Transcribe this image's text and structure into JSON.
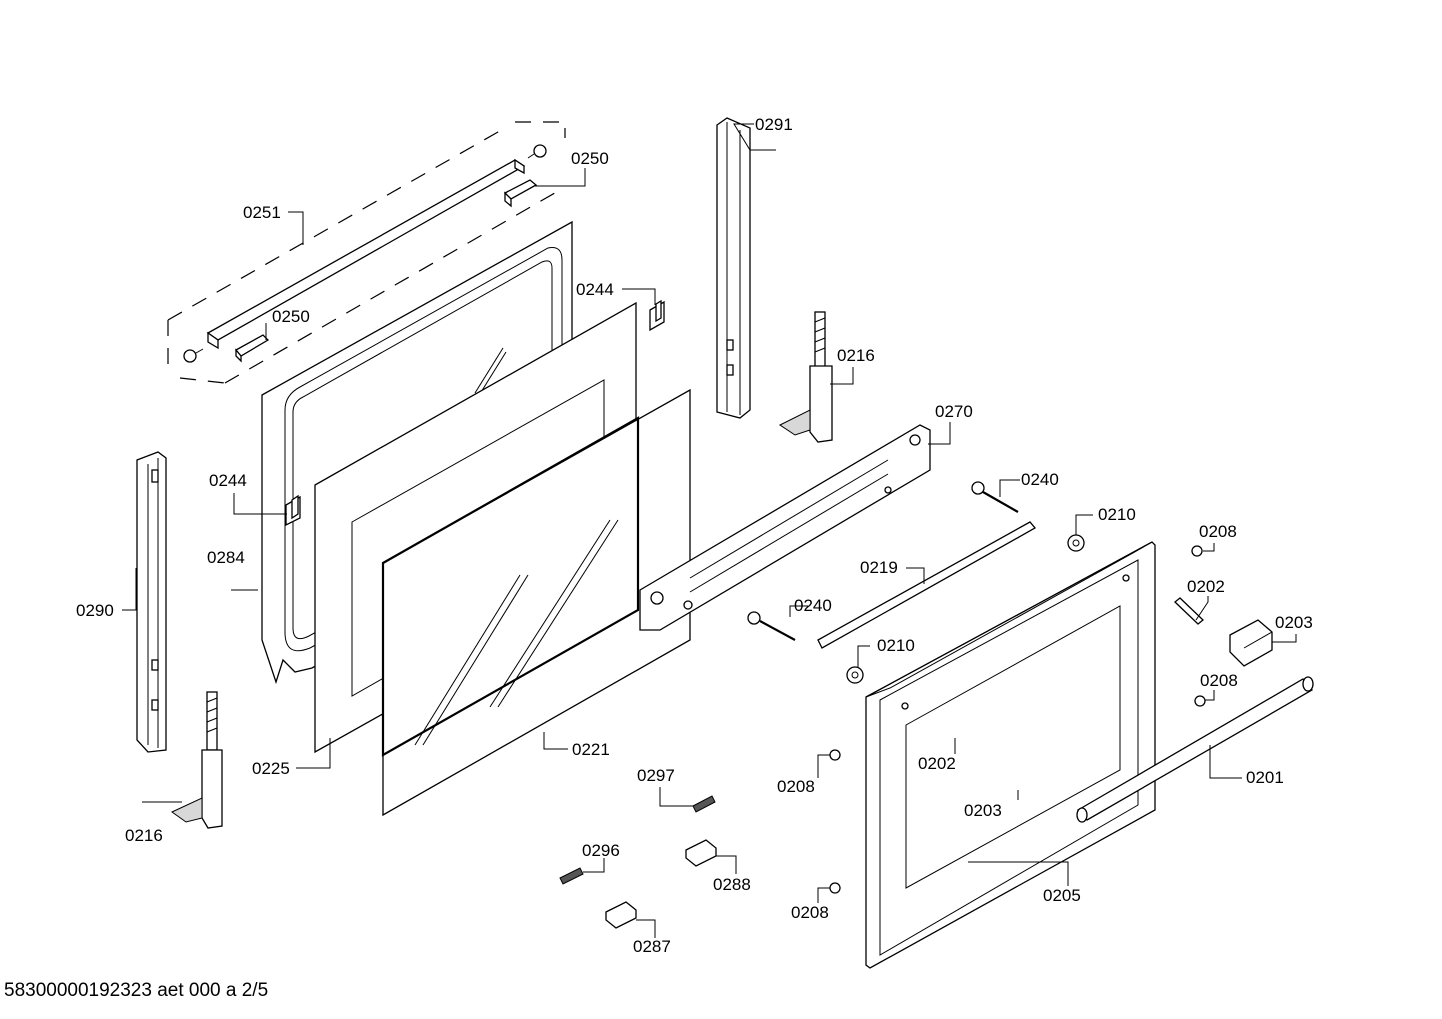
{
  "labels": {
    "p0251": "0251",
    "p0250_top": "0250",
    "p0250_left": "0250",
    "p0244_top": "0244",
    "p0244_left": "0244",
    "p0284": "0284",
    "p0290": "0290",
    "p0291": "0291",
    "p0216_right": "0216",
    "p0216_left": "0216",
    "p0270": "0270",
    "p0240_top": "0240",
    "p0240_mid": "0240",
    "p0210_top": "0210",
    "p0210_mid": "0210",
    "p0219": "0219",
    "p0208_a": "0208",
    "p0208_b": "0208",
    "p0208_c": "0208",
    "p0208_d": "0208",
    "p0202_right": "0202",
    "p0202_inner": "0202",
    "p0203_right": "0203",
    "p0203_inner": "0203",
    "p0201": "0201",
    "p0205": "0205",
    "p0225": "0225",
    "p0221": "0221",
    "p0297": "0297",
    "p0296": "0296",
    "p0288": "0288",
    "p0287": "0287"
  },
  "footer": "58300000192323 aet 000 a 2/5"
}
